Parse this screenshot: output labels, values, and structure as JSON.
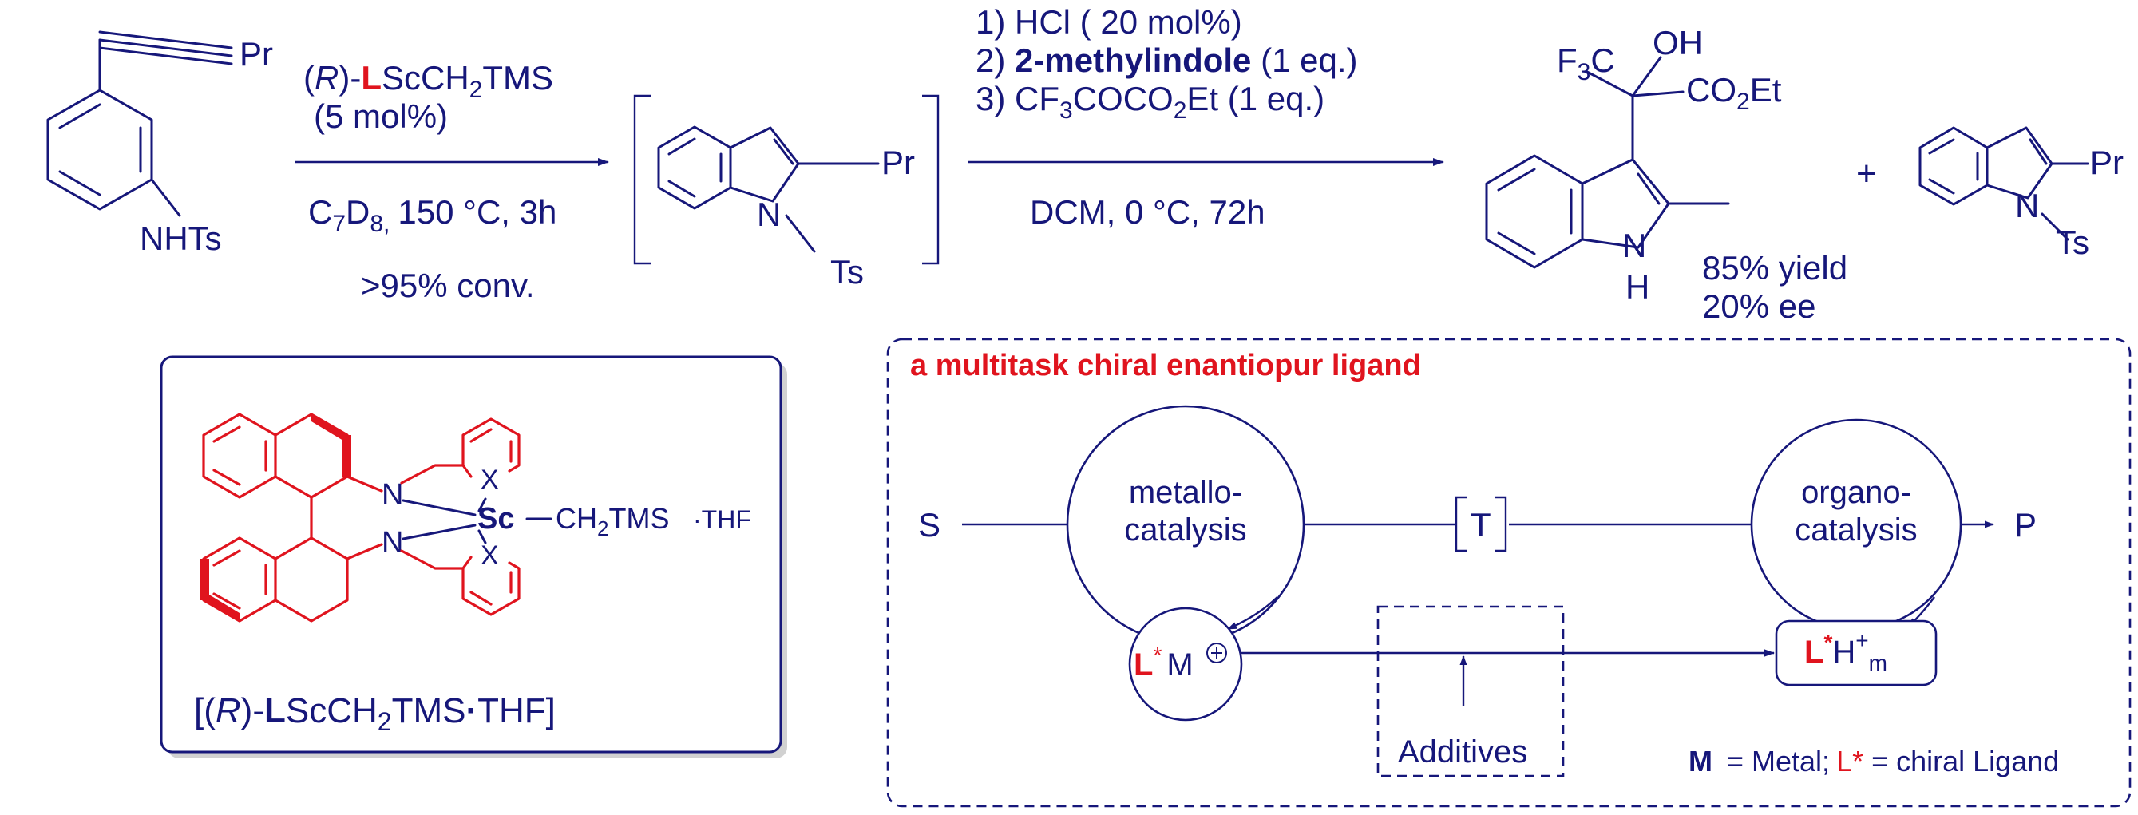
{
  "scheme": {
    "sm_substituent": "Pr",
    "sm_nh": "NHTs",
    "cat_r": "R",
    "cat_l": "L",
    "cat_rest": "ScCH",
    "cat_sub2": "2",
    "cat_tms": "TMS",
    "cat_loading": "(5 mol%)",
    "solvent_c": "C",
    "solvent_7": "7",
    "solvent_d": "D",
    "solvent_8": "8,",
    "solvent_cond": "150 °C, 3h",
    "conversion": ">95% conv.",
    "int_pr": "Pr",
    "int_n": "N",
    "int_ts": "Ts",
    "step1": "1) HCl ( 20 mol%)",
    "step2_num": "2)",
    "step2_bold": "2-methylindole",
    "step2_eq": "(1 eq.)",
    "step3_a": "3) CF",
    "step3_b": "COCO",
    "step3_c": "Et (1 eq.)",
    "cond2": "DCM, 0 °C, 72h",
    "prod_f3c_f": "F",
    "prod_f3c_c": "C",
    "prod_oh": "OH",
    "prod_co2et_a": "CO",
    "prod_co2et_b": "Et",
    "prod_n": "N",
    "prod_h": "H",
    "yield": "85% yield",
    "ee": "20% ee",
    "plus": "+",
    "side_pr": "Pr",
    "side_n": "N",
    "side_ts": "Ts",
    "sub3": "3",
    "sub2": "2"
  },
  "ligand_box": {
    "n_top": "N",
    "n_bottom": "N",
    "x_top": "X",
    "x_bottom": "X",
    "sc": "Sc",
    "ch2tms_a": "CH",
    "ch2tms_b": "TMS",
    "thf": "·THF",
    "caption_a": "[(",
    "caption_r": "R",
    "caption_b": ")-",
    "caption_l": "L",
    "caption_c": "ScCH",
    "caption_d": "TMS",
    "caption_dot": "·",
    "caption_e": "THF]"
  },
  "concept_box": {
    "heading": "a multitask chiral enantiopur ligand",
    "s": "S",
    "p": "P",
    "t": "T",
    "metallo_1": "metallo-",
    "metallo_2": "catalysis",
    "organo_1": "organo-",
    "organo_2": "catalysis",
    "lstar_m_l": "L",
    "lstar_m_star": "*",
    "lstar_m_m": "M",
    "lstar_h_l": "L",
    "lstar_h_star": "*",
    "lstar_h_h": "H",
    "lstar_h_plus": "+",
    "lstar_h_m": "m",
    "additives": "Additives",
    "legend_m": "M",
    "legend_eq": " = Metal;",
    "legend_l": "L*",
    "legend_rest": " = chiral Ligand"
  },
  "colors": {
    "ink": "#16177a",
    "accent": "#e0141e"
  }
}
